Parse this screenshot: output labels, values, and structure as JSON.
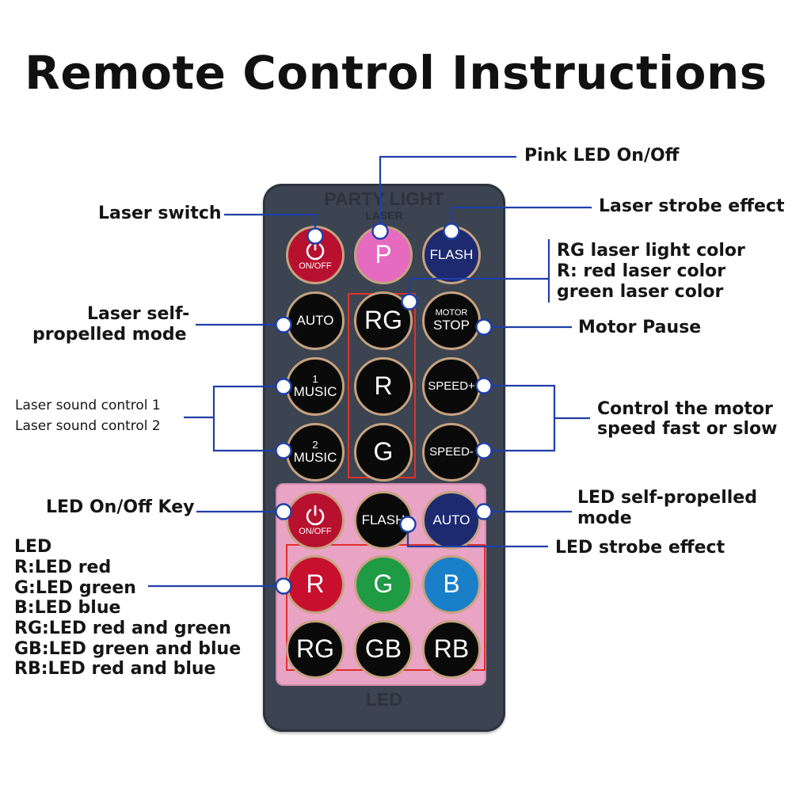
{
  "title": "Remote Control Instructions",
  "remote": {
    "brand_top": "PARTY LIGHT",
    "brand_sub": "LASER",
    "brand_bottom": "LED"
  },
  "buttons": {
    "laser_onoff": {
      "label": "ON/OFF",
      "icon": "power-icon",
      "color": "#b8112f"
    },
    "pink": {
      "label": "P",
      "color": "#e56ac0"
    },
    "laser_flash": {
      "label": "FLASH",
      "color": "#1d2a70"
    },
    "auto": {
      "label": "AUTO"
    },
    "rg": {
      "label": "RG"
    },
    "motor_top": {
      "label": "MOTOR"
    },
    "motor_bottom": {
      "label": "STOP"
    },
    "music1_num": {
      "label": "1"
    },
    "music1_txt": {
      "label": "MUSIC"
    },
    "r": {
      "label": "R"
    },
    "speed_plus": {
      "label": "SPEED+"
    },
    "music2_num": {
      "label": "2"
    },
    "music2_txt": {
      "label": "MUSIC"
    },
    "g": {
      "label": "G"
    },
    "speed_minus": {
      "label": "SPEED-"
    },
    "led_onoff": {
      "label": "ON/OFF",
      "icon": "power-icon",
      "color": "#b8112f"
    },
    "led_flash": {
      "label": "FLASH"
    },
    "led_auto": {
      "label": "AUTO",
      "color": "#1d2a70"
    },
    "led_r": {
      "label": "R",
      "color": "#c8102e"
    },
    "led_g": {
      "label": "G",
      "color": "#1f9a45"
    },
    "led_b": {
      "label": "B",
      "color": "#1a7fc9"
    },
    "led_rg": {
      "label": "RG"
    },
    "led_gb": {
      "label": "GB"
    },
    "led_rb": {
      "label": "RB"
    }
  },
  "labels": {
    "pink_led": "Pink LED On/Off",
    "laser_switch": "Laser switch",
    "laser_strobe": "Laser strobe effect",
    "rg_color_1": "RG laser light color",
    "rg_color_2": "R: red laser color",
    "rg_color_3": "green laser color",
    "self_propelled_1": "Laser self-",
    "self_propelled_2": "propelled mode",
    "motor_pause": "Motor Pause",
    "sound_1": "Laser sound control 1",
    "sound_2": "Laser sound control 2",
    "speed_1": "Control the motor",
    "speed_2": "speed fast or slow",
    "led_key": "LED On/Off Key",
    "led_self_1": "LED self-propelled",
    "led_self_2": "mode",
    "led_strobe": "LED strobe effect",
    "led_list": [
      "LED",
      "R:LED red",
      "G:LED green",
      "B:LED blue",
      "RG:LED red and green",
      "GB:LED green and blue",
      "RB:LED red and blue"
    ]
  },
  "colors": {
    "remote_body": "#3b4450",
    "led_panel": "#e9a3c4",
    "leader_line": "#1f3fa8",
    "highlight_box": "#e0302a"
  }
}
